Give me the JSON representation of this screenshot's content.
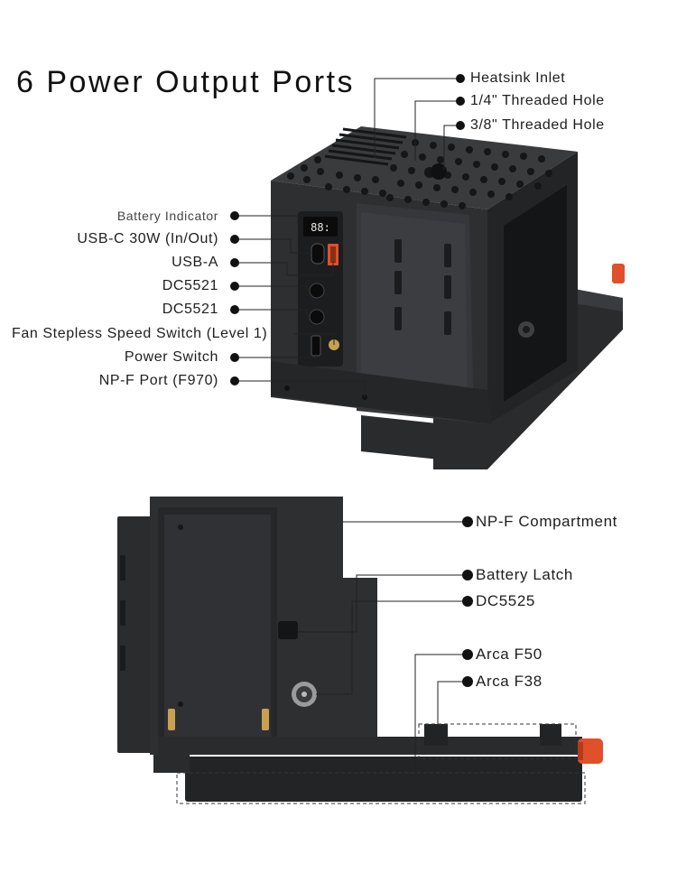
{
  "title": "6 Power Output Ports",
  "top_right_labels": [
    "Heatsink Inlet",
    "1/4\" Threaded Hole",
    "3/8\" Threaded Hole"
  ],
  "left_labels": [
    "Battery Indicator",
    "USB-C 30W (In/Out)",
    "USB-A",
    "DC5521",
    "DC5521",
    "Fan Stepless Speed Switch (Level 1)",
    "Power Switch",
    "NP-F Port (F970)"
  ],
  "bottom_labels": [
    "NP-F Compartment",
    "Battery Latch",
    "DC5525",
    "Arca F50",
    "Arca F38"
  ],
  "display_readout": "88:",
  "colors": {
    "body": "#2e2f31",
    "dark": "#1c1d1f",
    "accent_orange": "#e0502b",
    "brass": "#c8a050"
  }
}
